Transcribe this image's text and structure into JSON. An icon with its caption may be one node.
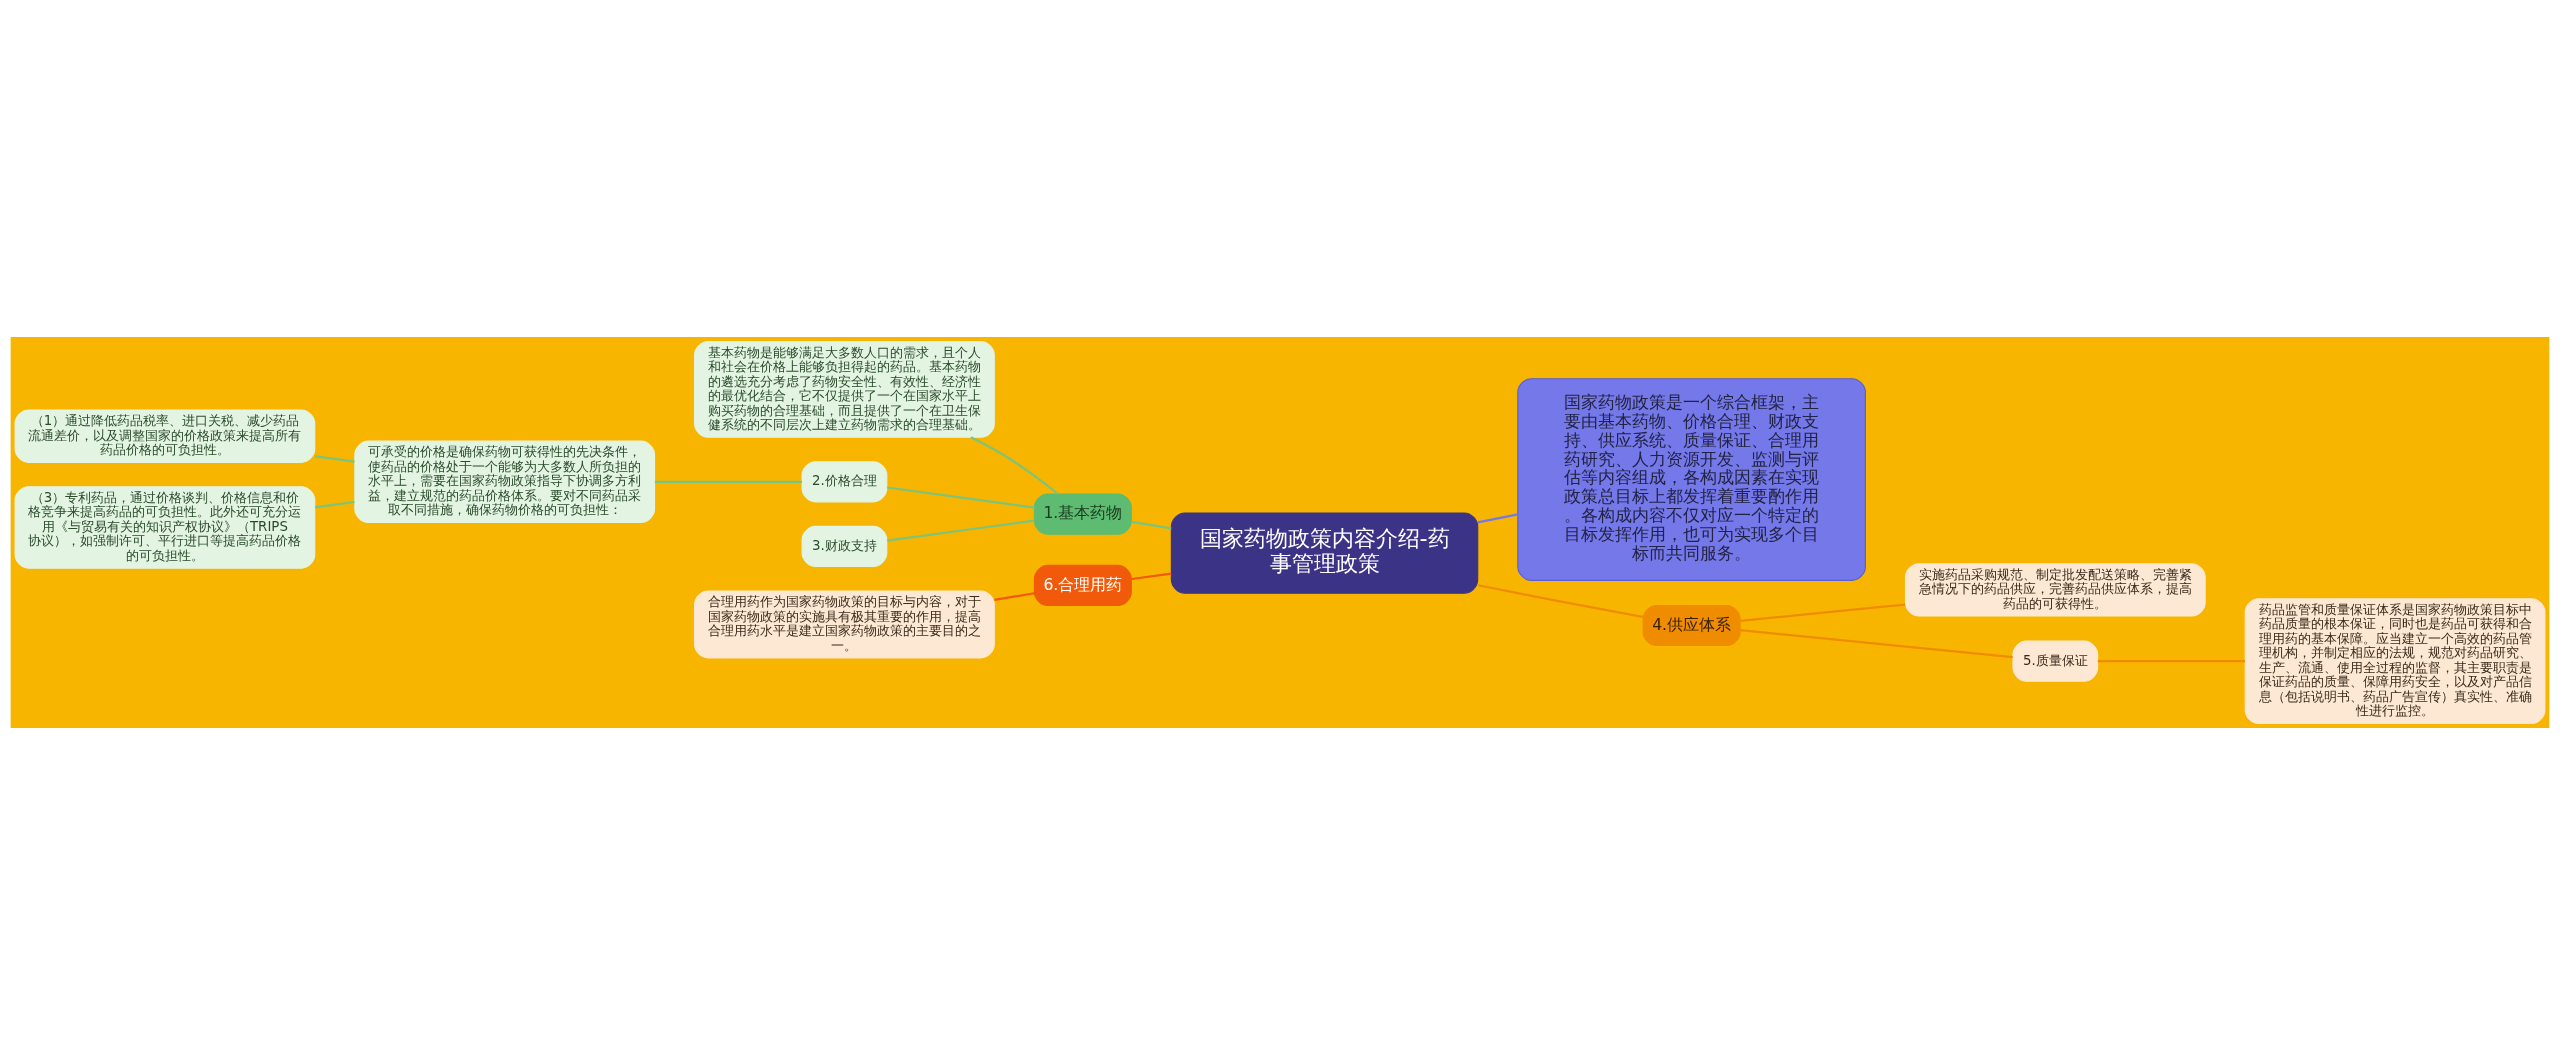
{
  "diagram": {
    "nodes": [
      {
        "text": [
          "国家药物政策内容介绍-药事管理政策"
        ]
      },
      {
        "text": [
          "1.基本药物"
        ]
      },
      {
        "text": [
          "基本药物是能够满足大多数人口的需求，且个人和社会在价格上能够负担得起的药品。基本药物的遴选充分考虑了药物安全性、有效性、经济性的最优化结合，它不仅提供了一个在国家水平上购买药物的合理基础，而且提供了一个在卫生保健系统的不同层次上建立药物需求的合理基础。"
        ]
      },
      {
        "text": [
          "2.价格合理"
        ]
      },
      {
        "text": [
          "3.财政支持"
        ]
      },
      {
        "text": [
          "可承受的价格是确保药物可获得性的先决条件，使药品的价格处于一个能够为大多数人所负担的水平上，需要在国家药物政策指导下协调多方利益，建立规范的药品价格体系。要对不同药品采取不同措施，确保药物价格的可负担性："
        ]
      },
      {
        "text": [
          "（1）通过降低药品税率、进口关税、减少药品流通差价，以及调整国家的价格政策来提高所有药品价格的可负担性。"
        ]
      },
      {
        "text": [
          "（3）专利药品，通过价格谈判、价格信息和价格竞争来提高药品的可负担性。此外还可充分运用《与贸易有关的知识产权协议》（TRIPS协议），如强制许可、平行进口等提高药品价格的可负担性。"
        ]
      },
      {
        "text": [
          "国家药物政策是一个综合框架，主要由基本药物、价格合理、财政支持、供应系统、质量保证、合理用药研究、人力资源开发、监测与评估等内容组成，各构成因素在实现政策总目标上都发挥着重要酌作用。各构成内容不仅对应一个特定的目标发挥作用，也可为实现多个目标而共同服务。"
        ]
      },
      {
        "text": [
          "4.供应体系"
        ]
      },
      {
        "text": [
          "实施药品采购规范、制定批发配送策略、完善紧急情况下的药品供应，完善药品供应体系，提高药品的可获得性。"
        ]
      },
      {
        "text": [
          "5.质量保证"
        ]
      },
      {
        "text": [
          "药品监管和质量保证体系是国家药物政策目标中药品质量的根本保证，同时也是药品可获得和合理用药的基本保障。应当建立一个高效的药品管理机构，并制定相应的法规，规范对药品研究、生产、流通、使用全过程的监督，其主要职责是保证药品的质量、保障用药安全，以及对产品信息（包括说明书、药品广告宣传）真实性、准确性进行监控。"
        ]
      },
      {
        "text": [
          "6.合理用药"
        ]
      },
      {
        "text": [
          "合理用药作为国家药物政策的目标与内容，对于国家药物政策的实施具有极其重要的作用，提高合理用药水平是建立国家药物政策的主要目的之一。"
        ]
      }
    ],
    "edges": [
      {
        "from": 0,
        "to": 1,
        "arrow": "none"
      },
      {
        "from": 1,
        "to": 2,
        "arrow": "none"
      },
      {
        "from": 1,
        "to": 3,
        "arrow": "none"
      },
      {
        "from": 1,
        "to": 4,
        "arrow": "none"
      },
      {
        "from": 3,
        "to": 5,
        "arrow": "none"
      },
      {
        "from": 5,
        "to": 6,
        "arrow": "none"
      },
      {
        "from": 5,
        "to": 7,
        "arrow": "none"
      },
      {
        "from": 0,
        "to": 8,
        "arrow": "none",
        "color": "#7478e8"
      },
      {
        "from": 0,
        "to": 9,
        "arrow": "none",
        "color": "#f08c00"
      },
      {
        "from": 9,
        "to": 10,
        "arrow": "none",
        "color": "#f08c00"
      },
      {
        "from": 9,
        "to": 11,
        "arrow": "none",
        "color": "#f08c00"
      },
      {
        "from": 11,
        "to": 12,
        "arrow": "none",
        "color": "#f08c00"
      },
      {
        "from": 0,
        "to": 13,
        "arrow": "none",
        "color": "#f05a0a"
      },
      {
        "from": 13,
        "to": 14,
        "arrow": "none",
        "color": "#f05a0a"
      }
    ]
  }
}
